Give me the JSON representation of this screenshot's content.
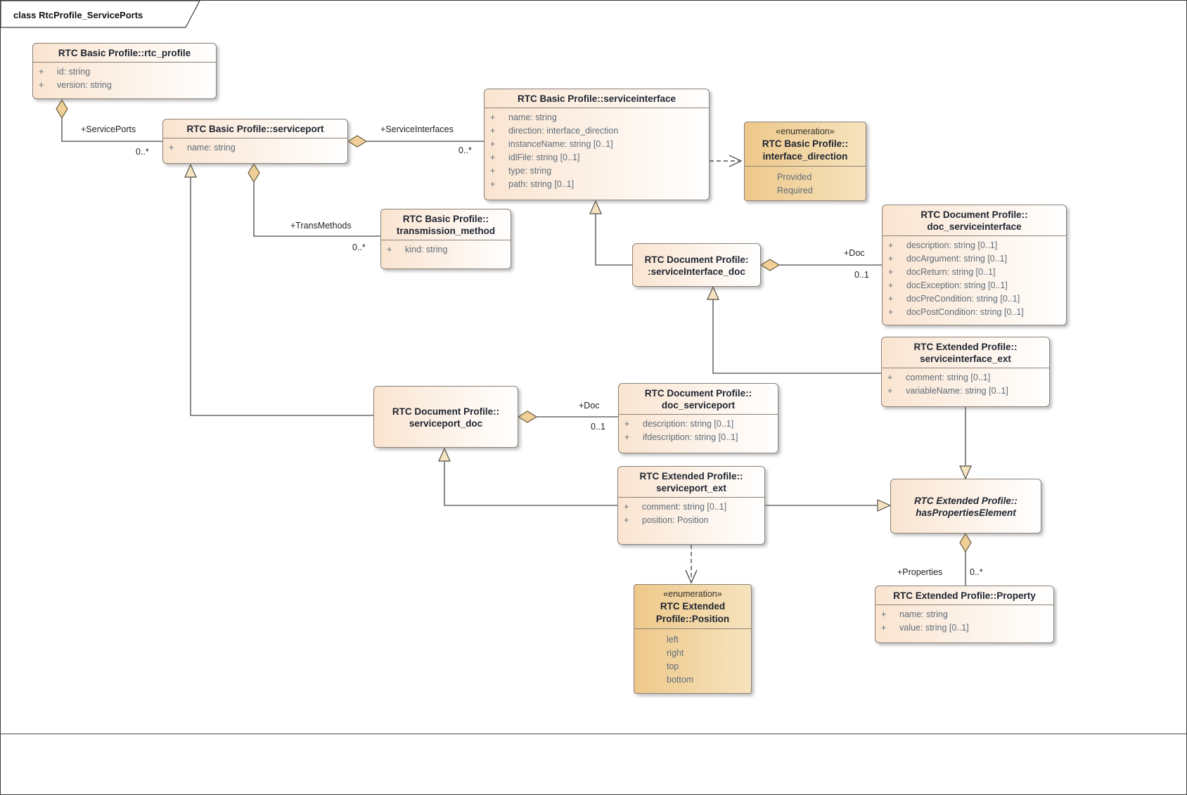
{
  "frame": {
    "title": "class RtcProfile_ServicePorts"
  },
  "classes": {
    "rtc_profile": {
      "title": [
        "RTC Basic Profile::rtc_profile"
      ],
      "attrs": [
        {
          "vis": "+",
          "text": "id: string"
        },
        {
          "vis": "+",
          "text": "version: string"
        }
      ]
    },
    "serviceport": {
      "title": [
        "RTC Basic Profile::serviceport"
      ],
      "attrs": [
        {
          "vis": "+",
          "text": "name: string"
        }
      ]
    },
    "serviceinterface": {
      "title": [
        "RTC Basic Profile::serviceinterface"
      ],
      "attrs": [
        {
          "vis": "+",
          "text": "name: string"
        },
        {
          "vis": "+",
          "text": "direction: interface_direction"
        },
        {
          "vis": "+",
          "text": "instanceName: string [0..1]"
        },
        {
          "vis": "+",
          "text": "idlFile: string [0..1]"
        },
        {
          "vis": "+",
          "text": "type: string"
        },
        {
          "vis": "+",
          "text": "path: string [0..1]"
        }
      ]
    },
    "transmission_method": {
      "title": [
        "RTC Basic Profile::",
        "transmission_method"
      ],
      "attrs": [
        {
          "vis": "+",
          "text": "kind: string"
        }
      ]
    },
    "serviceinterface_doc": {
      "title": [
        "RTC Document Profile:",
        ":serviceInterface_doc"
      ]
    },
    "doc_serviceinterface": {
      "title": [
        "RTC Document Profile::",
        "doc_serviceinterface"
      ],
      "attrs": [
        {
          "vis": "+",
          "text": "description: string [0..1]"
        },
        {
          "vis": "+",
          "text": "docArgument: string [0..1]"
        },
        {
          "vis": "+",
          "text": "docReturn: string [0..1]"
        },
        {
          "vis": "+",
          "text": "docException: string [0..1]"
        },
        {
          "vis": "+",
          "text": "docPreCondition: string [0..1]"
        },
        {
          "vis": "+",
          "text": "docPostCondition: string [0..1]"
        }
      ]
    },
    "serviceinterface_ext": {
      "title": [
        "RTC Extended Profile::",
        "serviceinterface_ext"
      ],
      "attrs": [
        {
          "vis": "+",
          "text": "comment: string [0..1]"
        },
        {
          "vis": "+",
          "text": "variableName: string [0..1]"
        }
      ]
    },
    "serviceport_doc": {
      "title": [
        "RTC Document Profile::",
        "serviceport_doc"
      ]
    },
    "doc_serviceport": {
      "title": [
        "RTC Document Profile::",
        "doc_serviceport"
      ],
      "attrs": [
        {
          "vis": "+",
          "text": "description: string [0..1]"
        },
        {
          "vis": "+",
          "text": "ifdescription: string [0..1]"
        }
      ]
    },
    "serviceport_ext": {
      "title": [
        "RTC Extended Profile::",
        "serviceport_ext"
      ],
      "attrs": [
        {
          "vis": "+",
          "text": "comment: string [0..1]"
        },
        {
          "vis": "+",
          "text": "position: Position"
        }
      ]
    },
    "haspropertieselement": {
      "title": [
        "RTC Extended Profile::",
        "hasPropertiesElement"
      ]
    },
    "property": {
      "title": [
        "RTC Extended Profile::Property"
      ],
      "attrs": [
        {
          "vis": "+",
          "text": "name: string"
        },
        {
          "vis": "+",
          "text": "value: string [0..1]"
        }
      ]
    }
  },
  "enums": {
    "interface_direction": {
      "stereotype": "«enumeration»",
      "title": [
        "RTC Basic Profile::",
        "interface_direction"
      ],
      "values": [
        "Provided",
        "Required"
      ]
    },
    "position": {
      "stereotype": "«enumeration»",
      "title": [
        "RTC Extended",
        "Profile::Position"
      ],
      "values": [
        "left",
        "right",
        "top",
        "bottom"
      ]
    }
  },
  "labels": {
    "serviceports": {
      "role": "+ServicePorts",
      "mult": "0..*"
    },
    "serviceinterfaces": {
      "role": "+ServiceInterfaces",
      "mult": "0..*"
    },
    "transmethods": {
      "role": "+TransMethods",
      "mult": "0..*"
    },
    "doc_si": {
      "role": "+Doc",
      "mult": "0..1"
    },
    "doc_sp": {
      "role": "+Doc",
      "mult": "0..1"
    },
    "properties": {
      "role": "+Properties",
      "mult": "0..*"
    }
  }
}
